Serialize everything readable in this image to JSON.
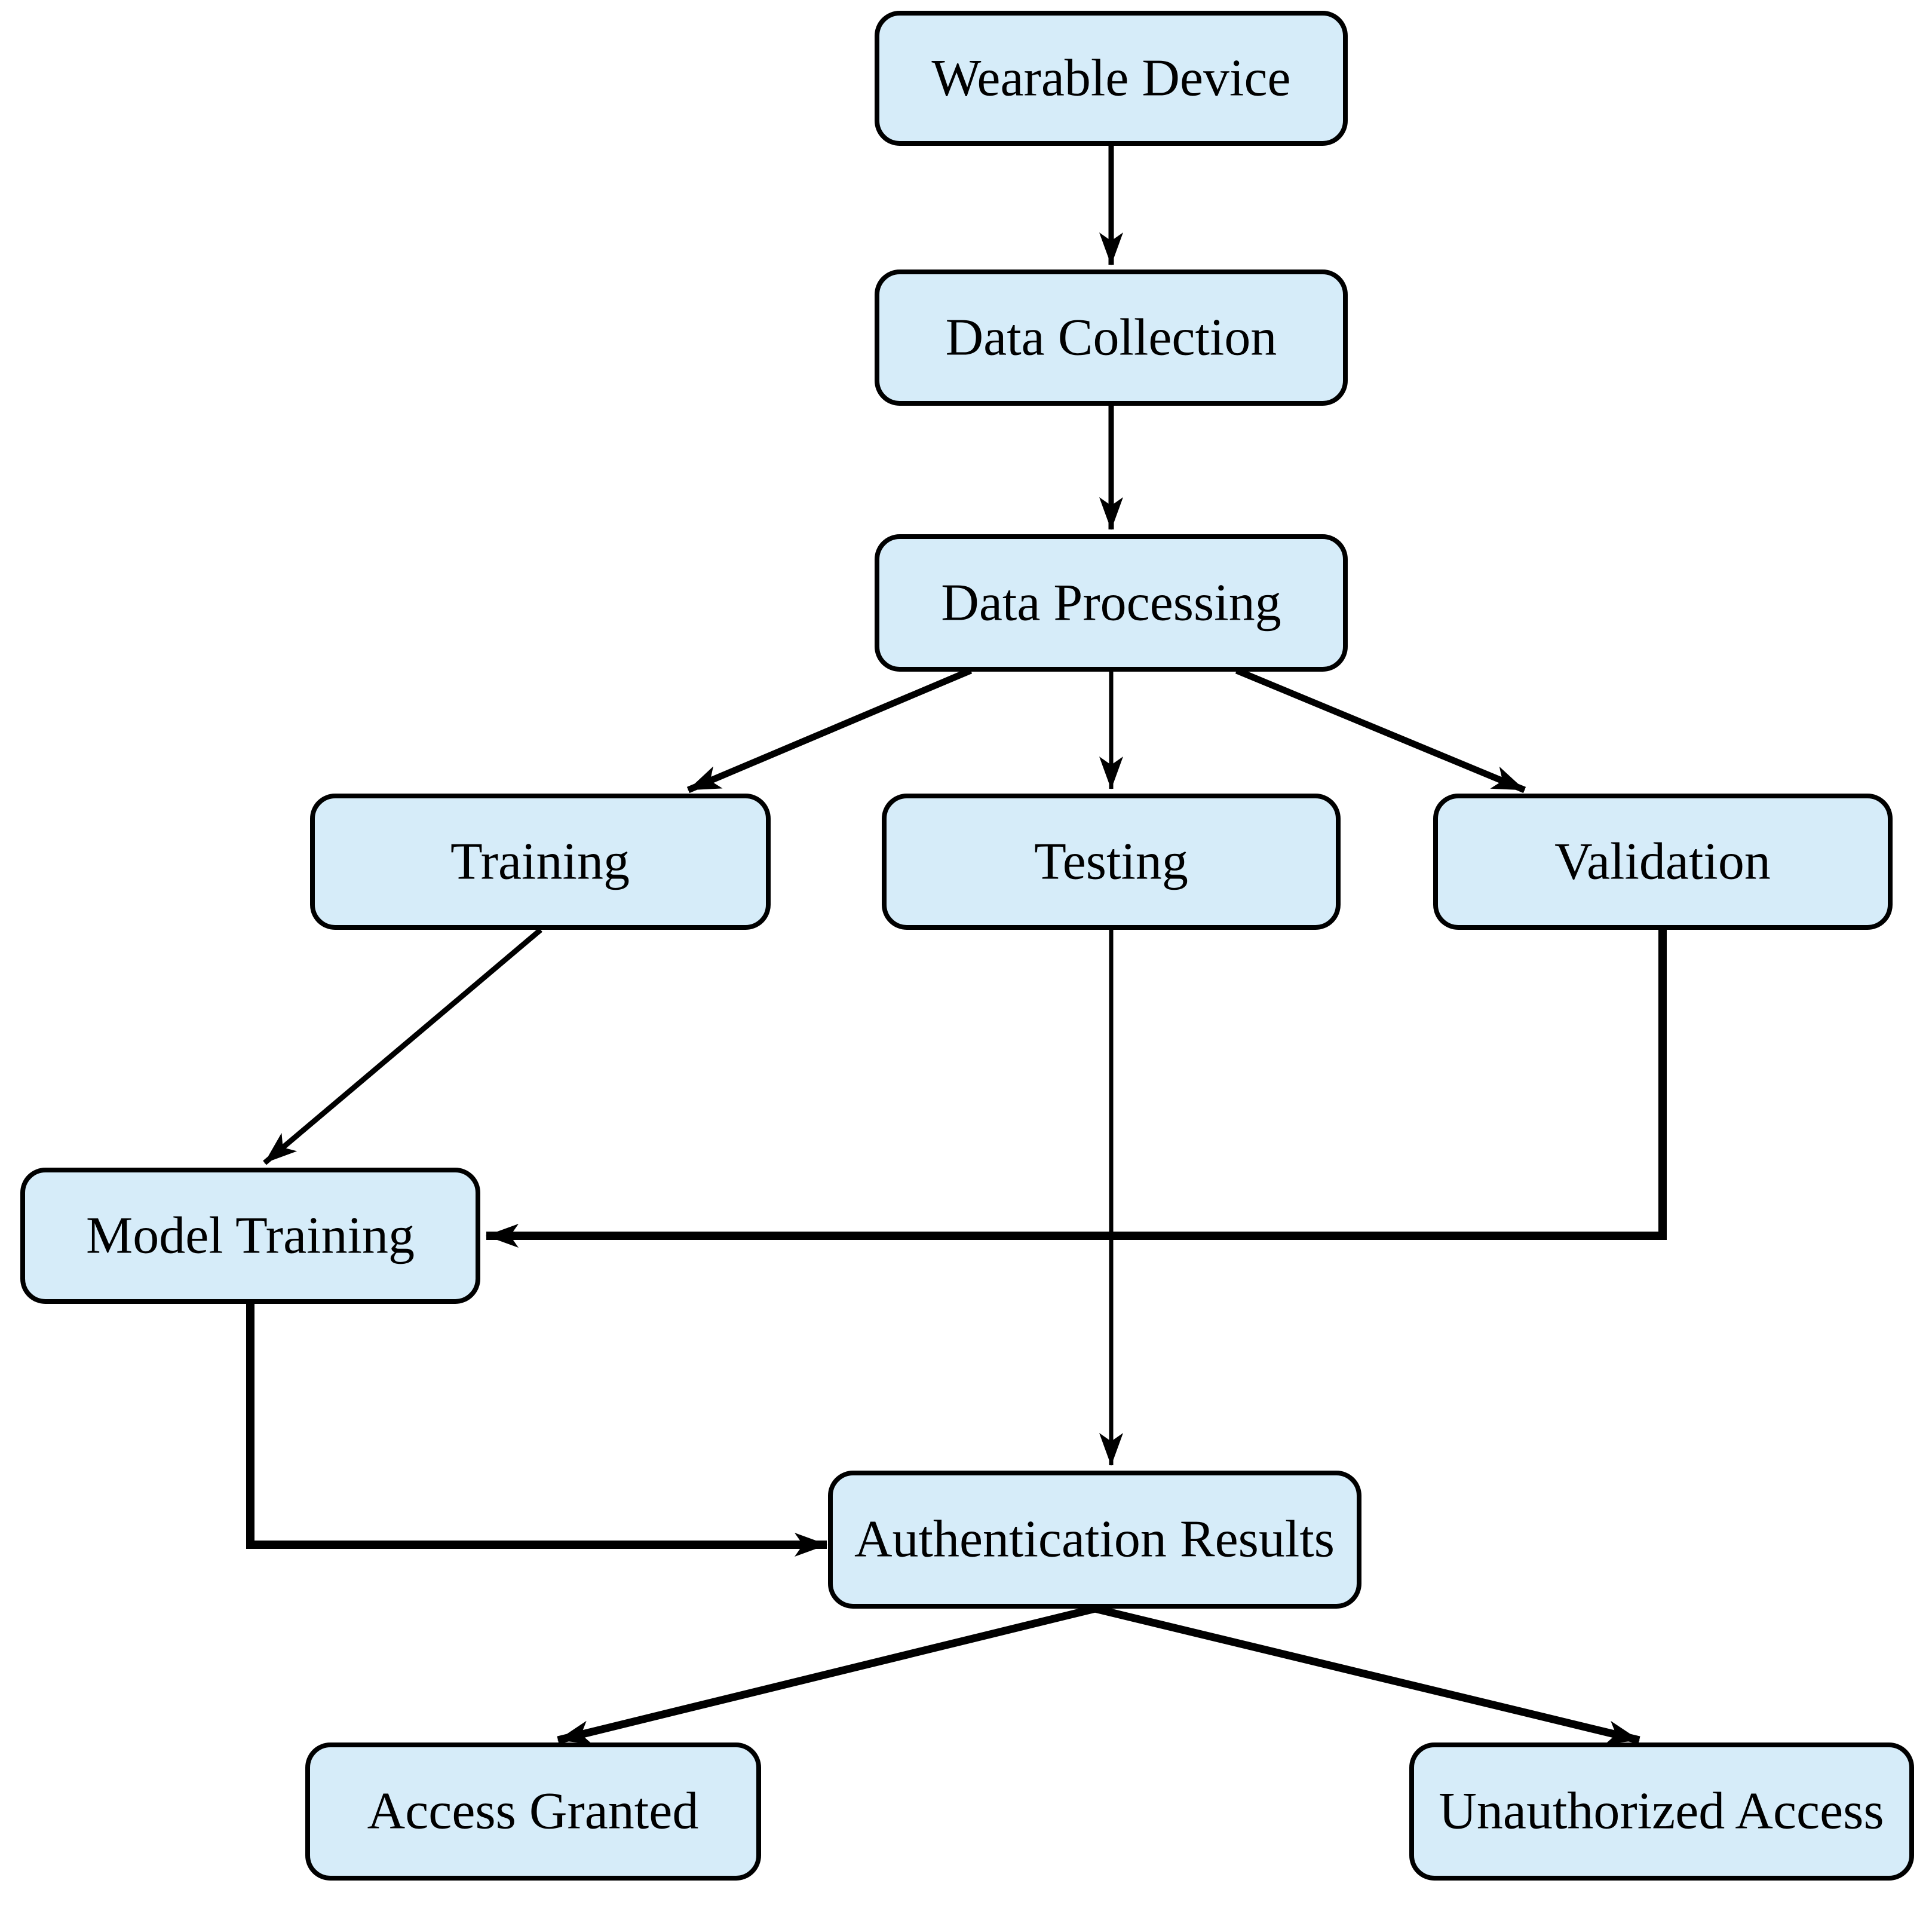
{
  "diagram": {
    "type": "flowchart",
    "colors": {
      "background": "#ffffff",
      "node_fill": "#d6ecf9",
      "node_stroke": "#000000",
      "edge_color": "#000000",
      "text_color": "#000000"
    },
    "nodes": [
      {
        "id": "wearable-device",
        "label": "Wearable Device"
      },
      {
        "id": "data-collection",
        "label": "Data Collection"
      },
      {
        "id": "data-processing",
        "label": "Data Processing"
      },
      {
        "id": "training",
        "label": "Training"
      },
      {
        "id": "testing",
        "label": "Testing"
      },
      {
        "id": "validation",
        "label": "Validation"
      },
      {
        "id": "model-training",
        "label": "Model Training"
      },
      {
        "id": "authentication-results",
        "label": "Authentication Results"
      },
      {
        "id": "access-granted",
        "label": "Access Granted"
      },
      {
        "id": "unauthorized-access",
        "label": "Unauthorized Access"
      }
    ],
    "edges": [
      {
        "from": "Wearable Device",
        "to": "Data Collection"
      },
      {
        "from": "Data Collection",
        "to": "Data Processing"
      },
      {
        "from": "Data Processing",
        "to": "Training"
      },
      {
        "from": "Data Processing",
        "to": "Testing"
      },
      {
        "from": "Data Processing",
        "to": "Validation"
      },
      {
        "from": "Training",
        "to": "Model Training"
      },
      {
        "from": "Validation",
        "to": "Model Training"
      },
      {
        "from": "Testing",
        "to": "Authentication Results"
      },
      {
        "from": "Model Training",
        "to": "Authentication Results"
      },
      {
        "from": "Authentication Results",
        "to": "Access Granted"
      },
      {
        "from": "Authentication Results",
        "to": "Unauthorized Access"
      }
    ]
  }
}
